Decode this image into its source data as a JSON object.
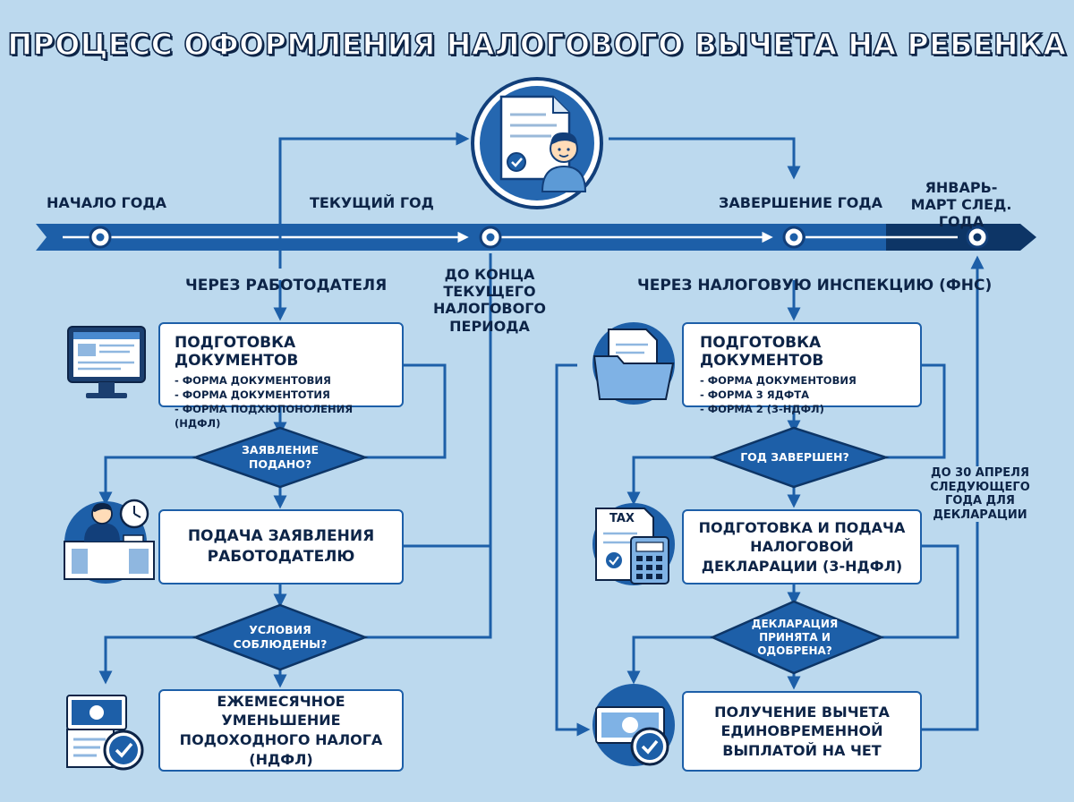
{
  "title": "ПРОЦЕСС ОФОРМЛЕНИЯ НАЛОГОВОГО ВЫЧЕТА НА РЕБЕНКА",
  "timeline": {
    "start": "НАЧАЛО ГОДА",
    "current": "ТЕКУЩИЙ ГОД",
    "end": "ЗАВЕРШЕНИЕ ГОДА",
    "next": "ЯНВАРЬ-МАРТ СЛЕД. ГОДА"
  },
  "notes": {
    "period_end": "ДО КОНЦА ТЕКУЩЕГО НАЛОГОВОГО ПЕРИОДА",
    "deadline": "ДО 30 АПРЕЛЯ СЛЕДУЮЩЕГО ГОДА ДЛЯ ДЕКЛАРАЦИИ"
  },
  "employer": {
    "heading": "ЧЕРЕЗ РАБОТОДАТЕЛЯ",
    "docs_title": "ПОДГОТОВКА ДОКУМЕНТОВ",
    "docs_items": [
      "ФОРМА ДОКУМЕНТОВИЯ",
      "ФОРМА ДОКУМЕНТОТИЯ",
      "ФОРМА ПОДХЮПОНОЛЕНИЯ (НДФЛ)"
    ],
    "decision1": "ЗАЯВЛЕНИЕ ПОДАНО?",
    "submit": "ПОДАЧА ЗАЯВЛЕНИЯ РАБОТОДАТЕЛЮ",
    "decision2": "УСЛОВИЯ СОБЛЮДЕНЫ?",
    "result": "ЕЖЕМЕСЯЧНОЕ УМЕНЬШЕНИЕ ПОДОХОДНОГО НАЛОГА (НДФЛ)"
  },
  "fns": {
    "heading": "ЧЕРЕЗ НАЛОГОВУЮ ИНСПЕКЦИЮ (ФНС)",
    "docs_title": "ПОДГОТОВКА ДОКУМЕНТОВ",
    "docs_items": [
      "ФОРМА ДОКУМЕНТОВИЯ",
      "ФОРМА 3 ЯДФТА",
      "ФОРМА 2 (3-НДФЛ)"
    ],
    "decision1": "ГОД ЗАВЕРШЕН?",
    "declaration": "ПОДГОТОВКА И ПОДАЧА НАЛОГОВОЙ ДЕКЛАРАЦИИ (3-НДФЛ)",
    "decision2": "ДЕКЛАРАЦИЯ ПРИНЯТА И ОДОБРЕНА?",
    "result": "ПОЛУЧЕНИЕ ВЫЧЕТА ЕДИНОВРЕМЕННОЙ ВЫПЛАТОЙ НА ЧЕТ"
  },
  "icons": {
    "top": "document-with-person-icon",
    "monitor": "computer-monitor-icon",
    "clerk": "office-worker-icon",
    "clock": "clock-icon",
    "money1": "money-check-icon",
    "folder": "folder-documents-icon",
    "tax": "tax-calculator-icon",
    "money2": "money-check-icon"
  },
  "icon_labels": {
    "tax": "TAX"
  },
  "colors": {
    "background": "#bcd9ee",
    "primary": "#1d5fa8",
    "dark": "#123f7a",
    "timeline_end": "#0d3566",
    "text": "#0d2447"
  }
}
